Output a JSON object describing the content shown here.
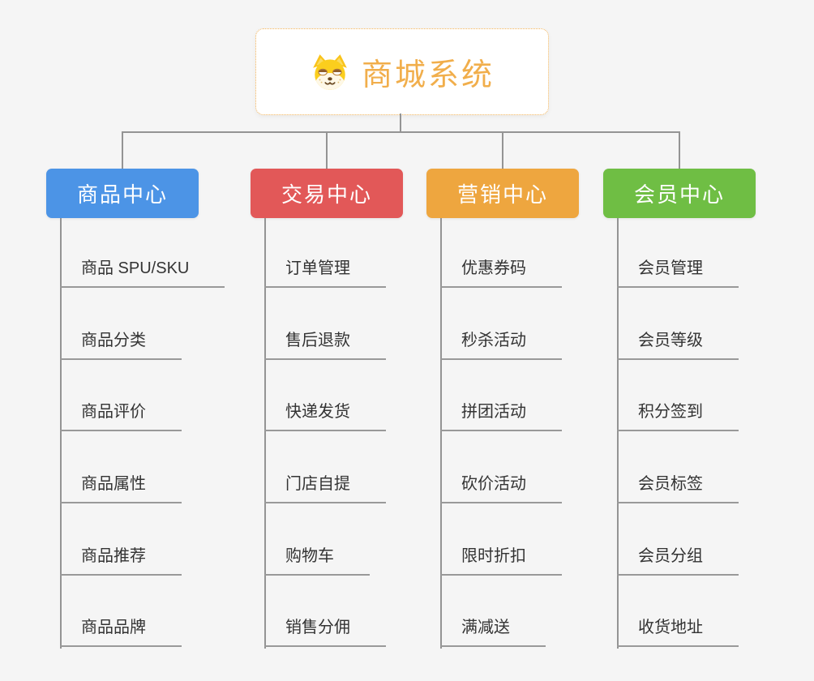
{
  "root": {
    "title": "商城系统",
    "icon": "shiba-dog-icon"
  },
  "branches": [
    {
      "label": "商品中心",
      "color": "#4c94e6",
      "items": [
        "商品 SPU/SKU",
        "商品分类",
        "商品评价",
        "商品属性",
        "商品推荐",
        "商品品牌"
      ]
    },
    {
      "label": "交易中心",
      "color": "#e25858",
      "items": [
        "订单管理",
        "售后退款",
        "快递发货",
        "门店自提",
        "购物车",
        "销售分佣"
      ]
    },
    {
      "label": "营销中心",
      "color": "#eea63f",
      "items": [
        "优惠券码",
        "秒杀活动",
        "拼团活动",
        "砍价活动",
        "限时折扣",
        "满减送"
      ]
    },
    {
      "label": "会员中心",
      "color": "#6fbe44",
      "items": [
        "会员管理",
        "会员等级",
        "积分签到",
        "会员标签",
        "会员分组",
        "收货地址"
      ]
    }
  ],
  "colors": {
    "background": "#f5f5f5",
    "connector_line": "#949494",
    "leaf_underline": "#999999",
    "leaf_text": "#333333",
    "root_text": "#f1ae4b",
    "root_border": "#f2b45a"
  }
}
